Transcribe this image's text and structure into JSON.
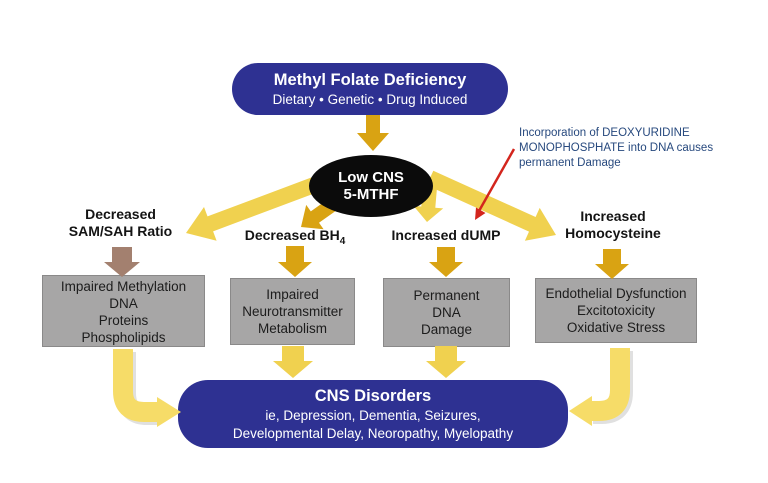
{
  "colors": {
    "deep_blue": "#2E3192",
    "hub_black": "#0B0B0B",
    "gray_box": "#A7A6A6",
    "gray_box_border": "#8A8989",
    "arrow_gold": "#D9A313",
    "arrow_yellow": "#F0D14F",
    "arrow_pale_yellow": "#F6DC68",
    "arrow_brown": "#A3806F",
    "annotation_blue": "#27497E",
    "annotation_arrow_red": "#D3251D",
    "text_white": "#FFFFFF",
    "text_black": "#1C1C1C"
  },
  "header": {
    "title": "Methyl Folate Deficiency",
    "subtitle": "Dietary • Genetic • Drug Induced"
  },
  "hub": {
    "line1": "Low CNS",
    "line2": "5-MTHF"
  },
  "annotation": {
    "line1": "Incorporation of DEOXYURIDINE",
    "line2": "MONOPHOSPHATE into DNA causes",
    "line3": "permanent Damage"
  },
  "branches": [
    {
      "label_line1": "Decreased",
      "label_line2": "SAM/SAH Ratio",
      "box_lines": [
        "Impaired Methylation",
        "DNA",
        "Proteins",
        "Phospholipids"
      ]
    },
    {
      "label_main": "Decreased BH",
      "label_sub": "4",
      "box_lines": [
        "Impaired",
        "Neurotransmitter",
        "Metabolism"
      ]
    },
    {
      "label_main": "Increased dUMP",
      "box_lines": [
        "Permanent",
        "DNA",
        "Damage"
      ]
    },
    {
      "label_line1": "Increased",
      "label_line2": "Homocysteine",
      "box_lines": [
        "Endothelial Dysfunction",
        "Excitotoxicity",
        "Oxidative Stress"
      ]
    }
  ],
  "footer": {
    "title": "CNS Disorders",
    "line1": "ie, Depression, Dementia, Seizures,",
    "line2": "Developmental Delay, Neoropathy, Myelopathy"
  }
}
